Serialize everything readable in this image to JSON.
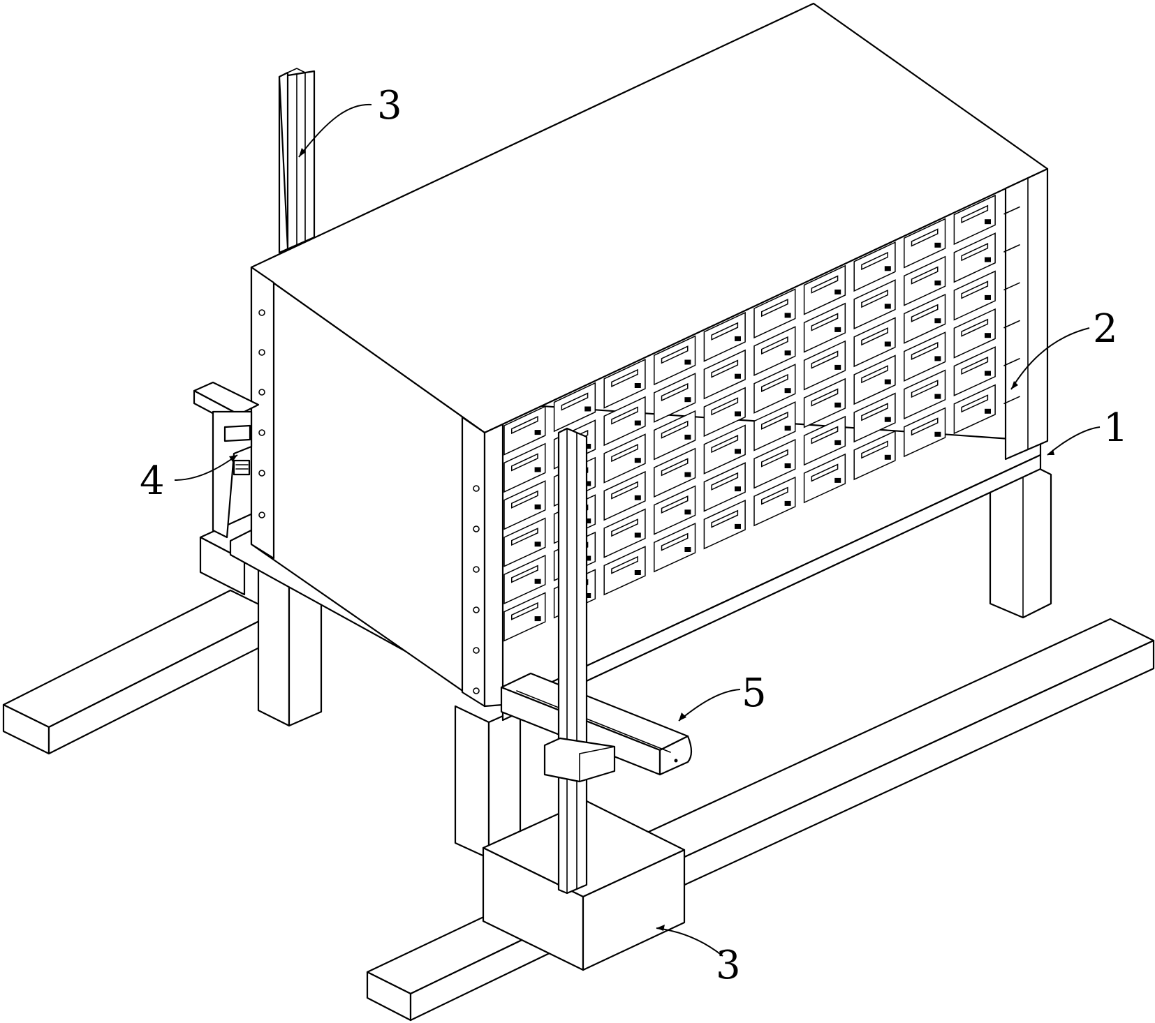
{
  "callouts": [
    {
      "id": "c3-top",
      "text": "3"
    },
    {
      "id": "c2",
      "text": "2"
    },
    {
      "id": "c1",
      "text": "1"
    },
    {
      "id": "c4",
      "text": "4"
    },
    {
      "id": "c5",
      "text": "5"
    },
    {
      "id": "c3-bottom",
      "text": "3"
    }
  ],
  "colors": {
    "line": "#000000",
    "background": "#ffffff"
  }
}
